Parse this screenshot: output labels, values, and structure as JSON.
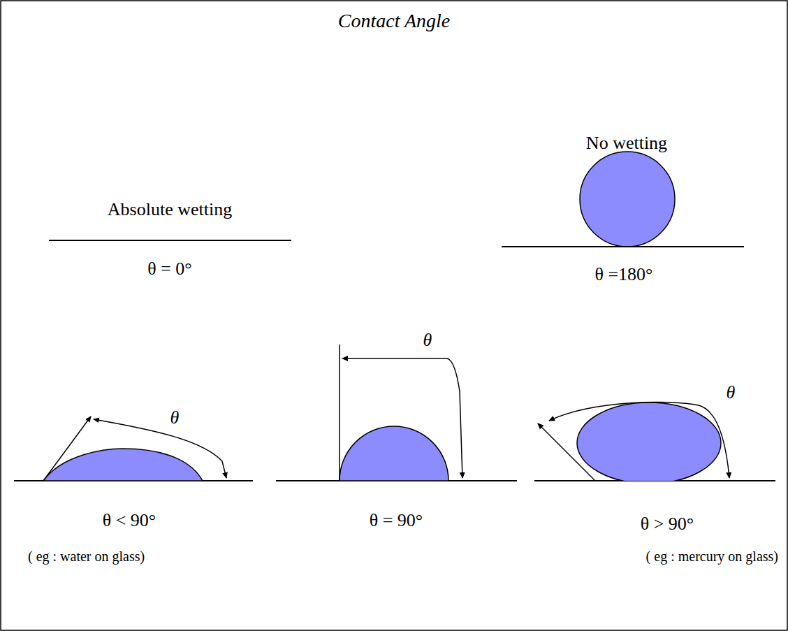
{
  "diagram": {
    "title": "Contact Angle",
    "labels": [
      "Absolute wetting",
      "No wetting",
      "θ = 0°",
      "θ =180°",
      "θ",
      "θ",
      "θ",
      "θ < 90°",
      "θ = 90°",
      "θ > 90°",
      "( eg : water on glass)",
      "( eg : mercury on glass)"
    ]
  }
}
